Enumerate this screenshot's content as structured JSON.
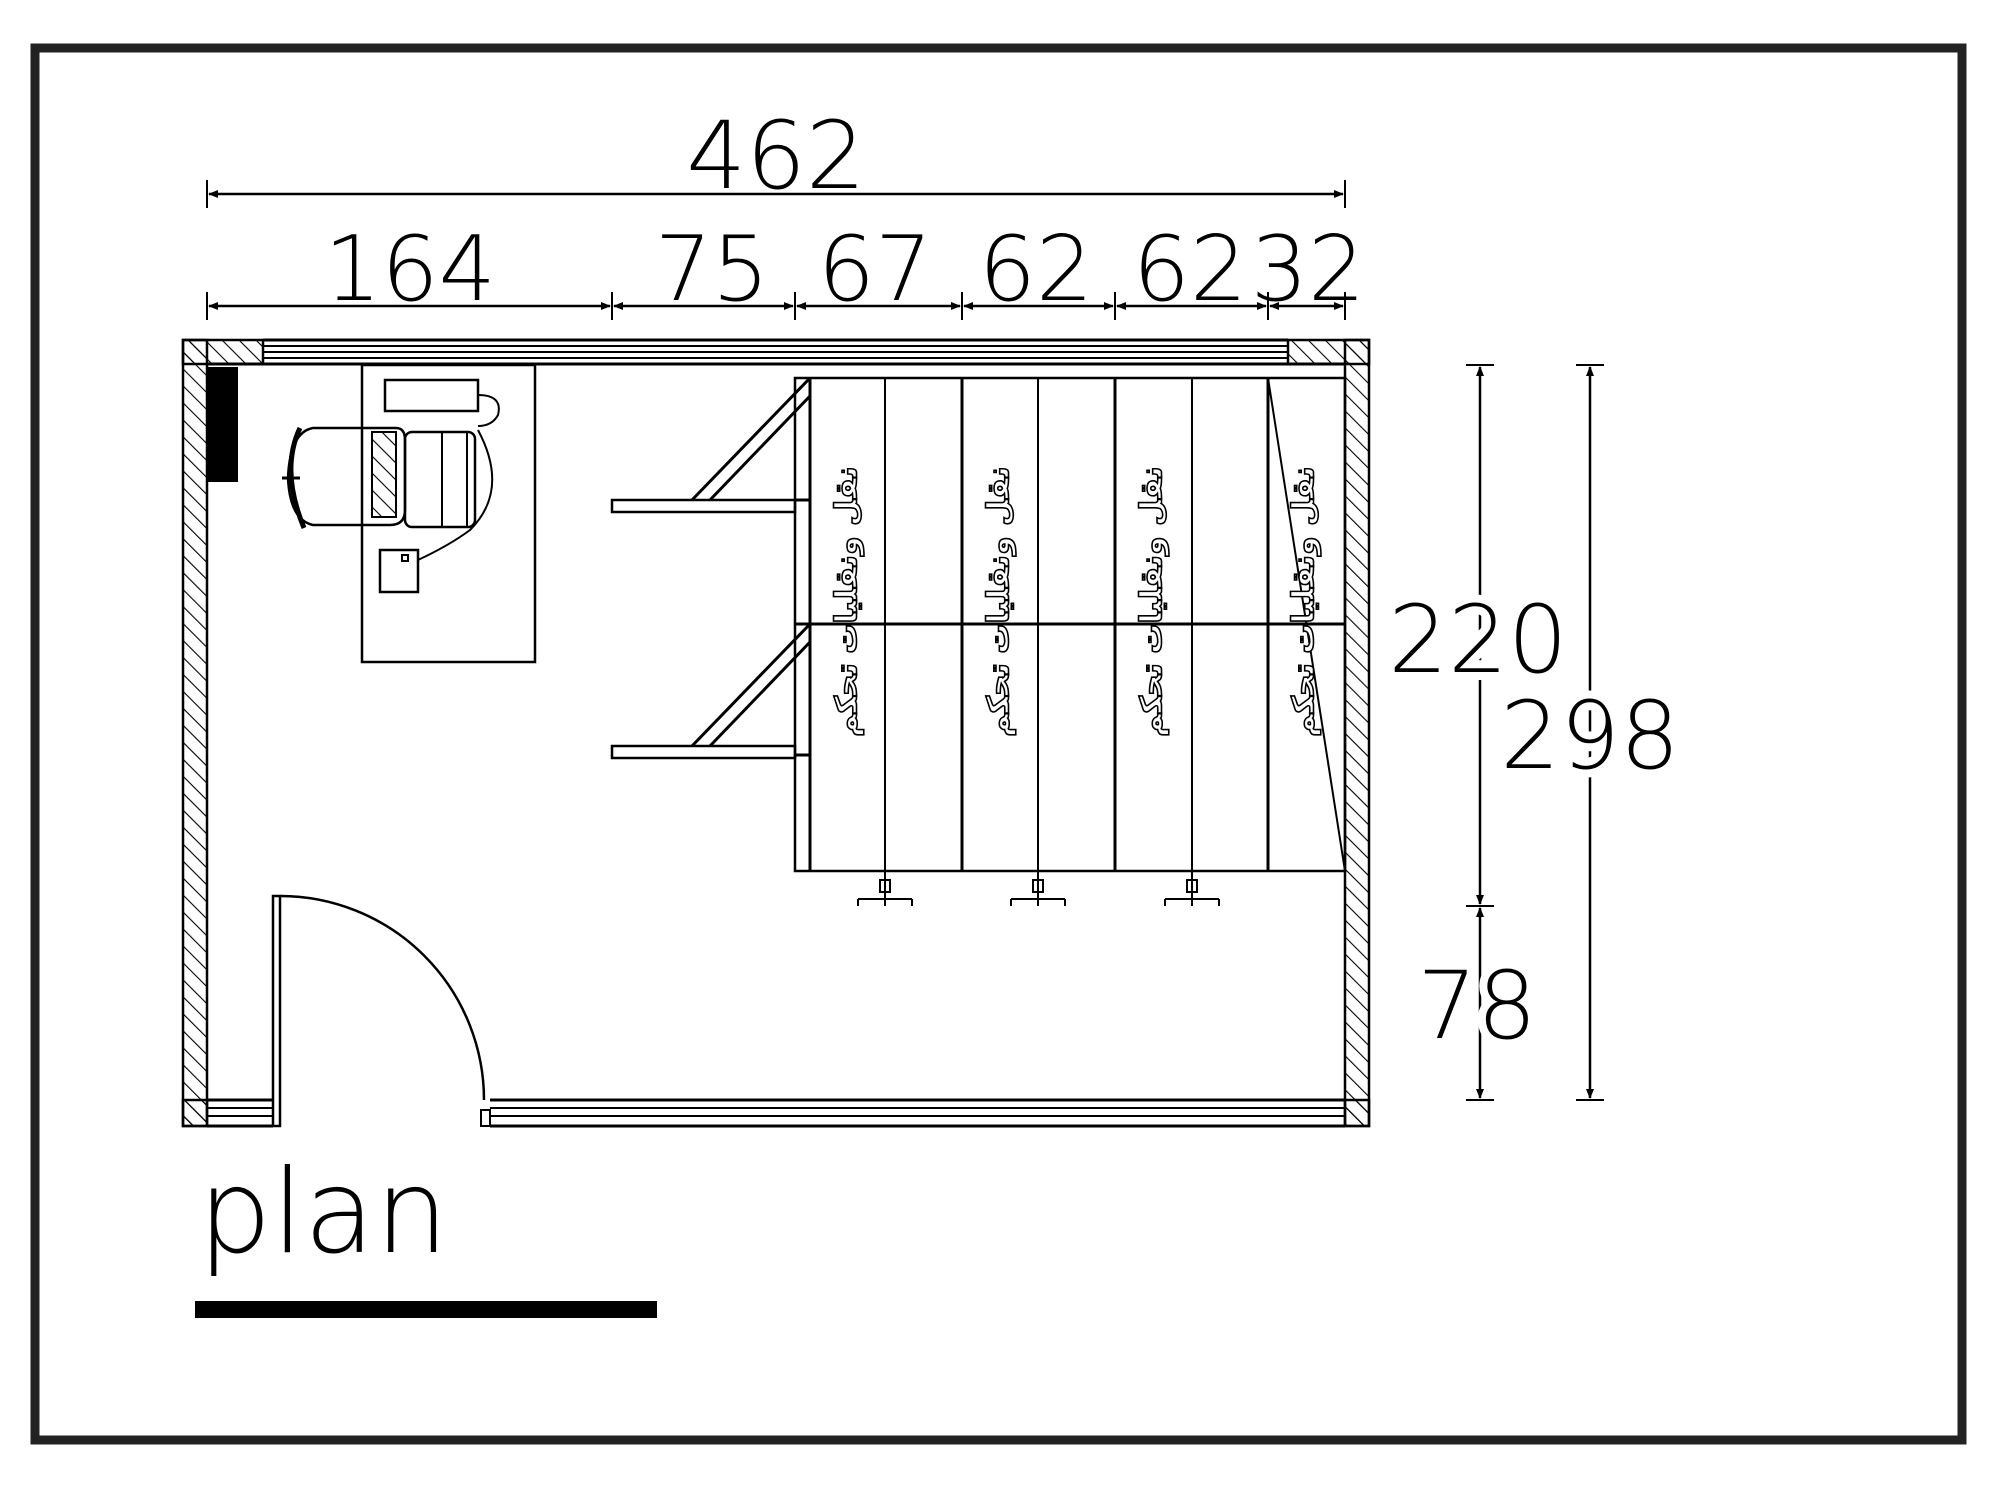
{
  "plan_label": "plan",
  "dimensions": {
    "overall_width": "462",
    "widths": [
      "164",
      "75",
      "67",
      "62",
      "62",
      "32"
    ],
    "room_depth_upper": "220",
    "room_depth_lower": "78",
    "overall_depth": "298"
  },
  "shelf_labels": {
    "upper": "نقل ونقليات",
    "lower": "تحكم"
  }
}
